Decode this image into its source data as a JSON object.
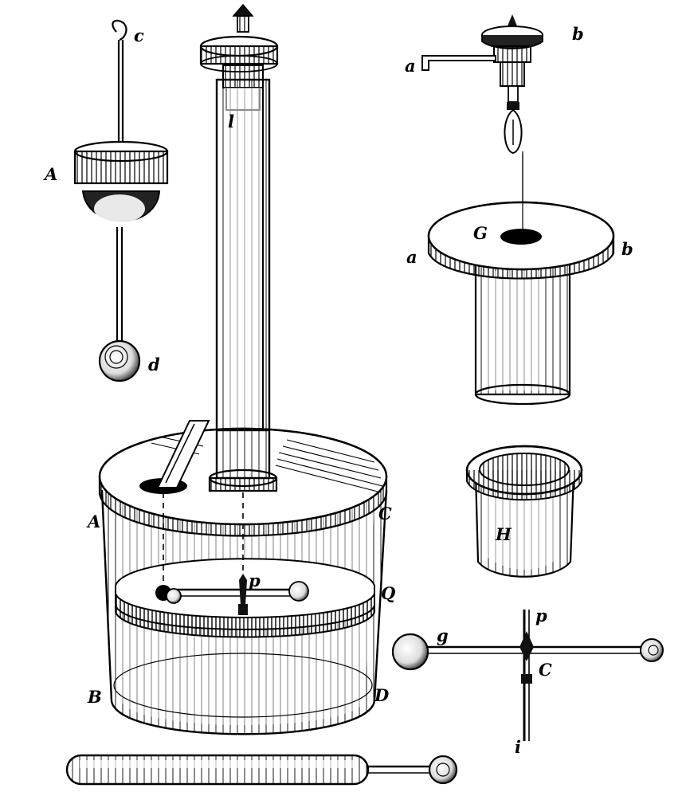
{
  "labels": {
    "c_hook": "c",
    "A_weight": "A",
    "d_ball": "d",
    "l_column": "l",
    "a_arm": "a",
    "b_head": "b",
    "G_hole": "G",
    "a_rim": "a",
    "b_rim": "b",
    "H_cup": "H",
    "A_lid": "A",
    "C_lid": "C",
    "Q_scale": "Q",
    "p_needle": "p",
    "B_base": "B",
    "D_base": "D",
    "g_ball": "g",
    "p_rod": "p",
    "C_center": "C",
    "i_rod": "i"
  }
}
